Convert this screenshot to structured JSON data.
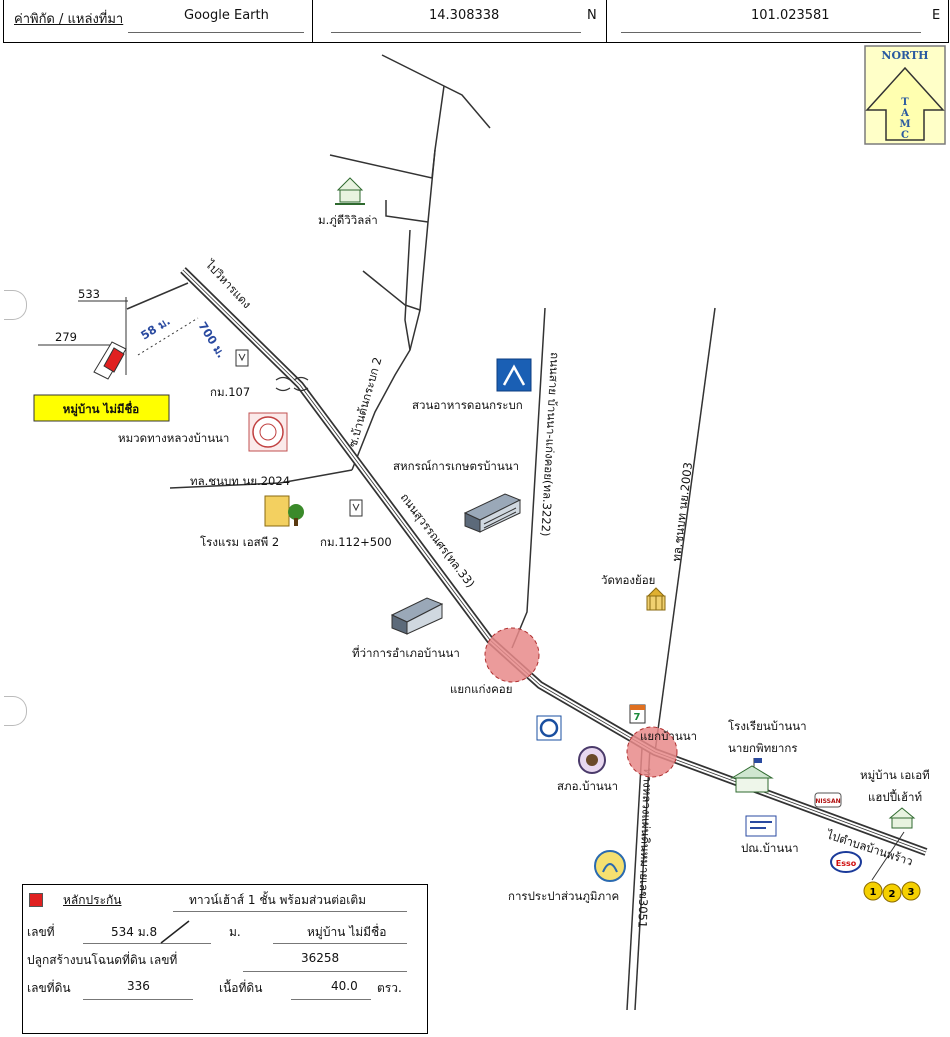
{
  "header": {
    "coord_label": "ค่าพิกัด / แหล่งที่มา",
    "source": "Google Earth",
    "latitude": "14.308338",
    "lat_dir": "N",
    "longitude": "101.023581",
    "lon_dir": "E"
  },
  "north_badge": {
    "top": "NORTH",
    "letters": [
      "T",
      "A",
      "M",
      "C"
    ]
  },
  "roads": {
    "to_wat": "ไปวิหารแดง",
    "soi_krabok": "ซ.บ้านต้นกระบก 2",
    "sukhawat": "ถนนสุวรรณศร(ทล.33)",
    "road_3222": "ถนนสาย บ้านนา-แก่งคอย(ทล.3222)",
    "rural_2003": "ทล.ชนบท นย.2003",
    "rural_2024": "ทล.ชนบท นย.2024",
    "hwy_3051": "ทางหลวงแผ่นดินหมายเลข3051",
    "to_pracha": "ไปตำบลบ้านพร้าว"
  },
  "distances": {
    "d58": "58 ม.",
    "d700": "700 ม."
  },
  "plot_numbers": {
    "n533": "533",
    "n279": "279"
  },
  "places": {
    "village_name": "หมู่บ้าน ไม่มีชื่อ",
    "km107": "กม.107",
    "highway_unit": "หมวดทางหลวงบ้านนา",
    "phuwiwat": "ม.ภู่ดีวิวิลล่า",
    "restaurant": "สวนอาหารดอนกระบก",
    "coop": "สหกรณ์การเกษตรบ้านนา",
    "hotel": "โรงแรม เอสพี 2",
    "km112": "กม.112+500",
    "district_office": "ที่ว่าการอำเภอบ้านนา",
    "wat_thong": "วัดทองย้อย",
    "kaeng_junction": "แยกแก่งคอย",
    "banna_junction": "แยกบ้านนา",
    "school_1": "โรงเรียนบ้านนา",
    "school_2": "นายกพิทยากร",
    "village_2a": "หมู่บ้าน เอเอที",
    "village_2b": "แฮปปี้เฮ้าท์",
    "police": "สภอ.บ้านนา",
    "post": "ปณ.บ้านนา",
    "waterworks": "การประปาส่วนภูมิภาค",
    "nissan": "NISSAN",
    "esso": "Esso",
    "circles": [
      "1",
      "2",
      "3"
    ]
  },
  "legend": {
    "collateral": "หลักประกัน",
    "type_desc": "ทาวน์เฮ้าส์ 1 ชั้น พร้อมส่วนต่อเติม",
    "no_label": "เลขที่",
    "no_value": "534 ม.8",
    "moo_label": "ม.",
    "village_value": "หมู่บ้าน ไม่มีชื่อ",
    "deed_label": "ปลูกสร้างบนโฉนดที่ดิน เลขที่",
    "deed_value": "36258",
    "land_no_label": "เลขที่ดิน",
    "land_no_value": "336",
    "area_label": "เนื้อที่ดิน",
    "area_value": "40.0",
    "area_unit": "ตรว."
  },
  "colors": {
    "junction": "#e88a8a",
    "plot": "#e02020",
    "village_label_bg": "#ffff00",
    "badge": "#ffffc8",
    "number_circles": "#f5d000"
  }
}
